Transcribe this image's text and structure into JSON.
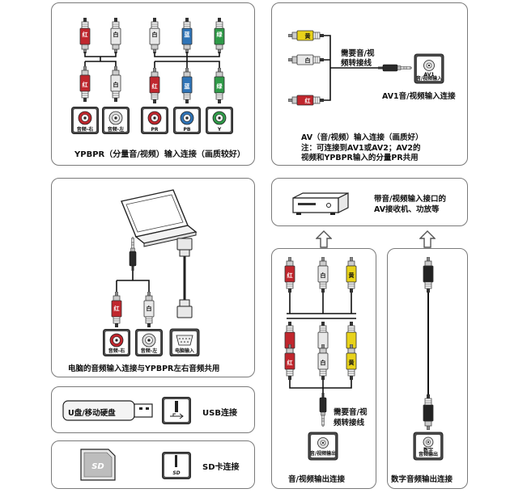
{
  "ypbpr_panel": {
    "caption": "YPBPR（分量音/视频）输入连接（画质较好）",
    "plug_labels": {
      "white": "白",
      "red": "红",
      "blue": "蓝",
      "green": "绿"
    },
    "ports": [
      {
        "label": "音频-右",
        "color": "#c0262d"
      },
      {
        "label": "音频-左",
        "color": "#dddddd"
      },
      {
        "label": "PR",
        "color": "#c0262d"
      },
      {
        "label": "PB",
        "color": "#2f74b7"
      },
      {
        "label": "Y",
        "color": "#2f9a48"
      }
    ]
  },
  "av_panel": {
    "plug_labels": {
      "yellow": "黄",
      "white": "白",
      "red": "红"
    },
    "adapter_text_1": "需要音/视",
    "adapter_text_2": "频转接线",
    "port_label": "AV1\n音/视频输入",
    "port_caption": "AV1音/视频输入连接",
    "note_title": "AV（音/视频）输入连接（画质好）",
    "note_line1": "注：可连接到AV1或AV2；AV2的",
    "note_line2": "视频和YPBPR输入的分量PR共用"
  },
  "pc_panel": {
    "plug_labels": {
      "red": "红",
      "white": "白"
    },
    "ports": [
      {
        "label": "音频-右"
      },
      {
        "label": "音频-左"
      },
      {
        "label": "电脑输入"
      }
    ],
    "caption": "电脑的音频输入连接与YPBPR左右音频共用"
  },
  "receiver_panel": {
    "text_line1": "带音/视频输入接口的",
    "text_line2": "AV接收机、功放等"
  },
  "usb_panel": {
    "stick_label": "U盘/移动硬盘",
    "caption": "USB连接"
  },
  "sd_panel": {
    "card_label": "SD",
    "caption": "SD卡连接"
  },
  "av_out_panel": {
    "plug_labels": {
      "red": "红",
      "white": "白",
      "yellow": "黄"
    },
    "adapter_text_1": "需要音/视",
    "adapter_text_2": "频转接线",
    "port_label": "音/视频输出",
    "caption": "音/视频输出连接"
  },
  "digital_panel": {
    "port_label_1": "数字",
    "port_label_2": "音频输出",
    "caption": "数字音频输出连接"
  },
  "colors": {
    "red": "#c0262d",
    "white": "#e8e8e8",
    "blue": "#2f74b7",
    "green": "#2f9a48",
    "yellow": "#e8d21a",
    "border": "#7a7a7a"
  }
}
